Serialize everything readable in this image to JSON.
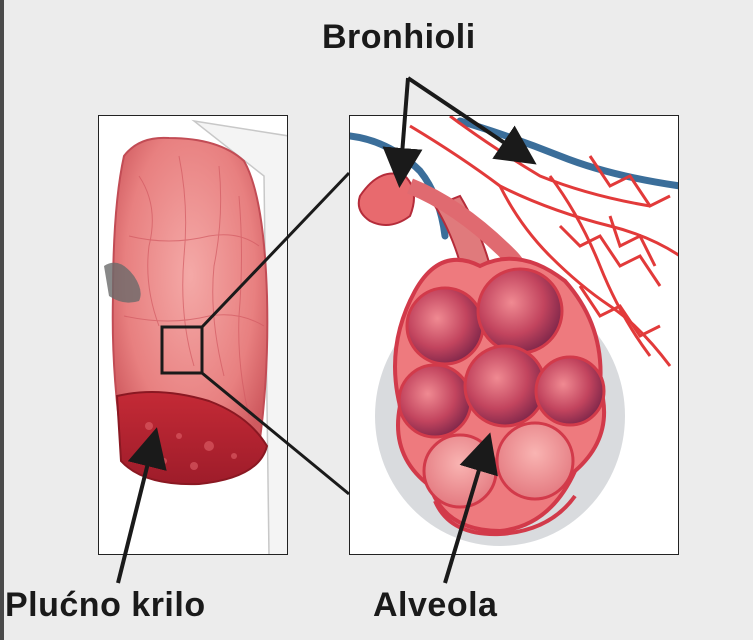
{
  "labels": {
    "bronchioles": "Bronhioli",
    "lung_lobe": "Plućno krilo",
    "alveolus": "Alveola"
  },
  "colors": {
    "background": "#ececec",
    "tissue": "#e8787a",
    "tissue_dark": "#b8283a",
    "alveolar_cavity": "#8a2a52",
    "vessel_blue": "#3b6e9a",
    "capillary_red": "#e23a3a",
    "outline": "#1a1a1a"
  }
}
